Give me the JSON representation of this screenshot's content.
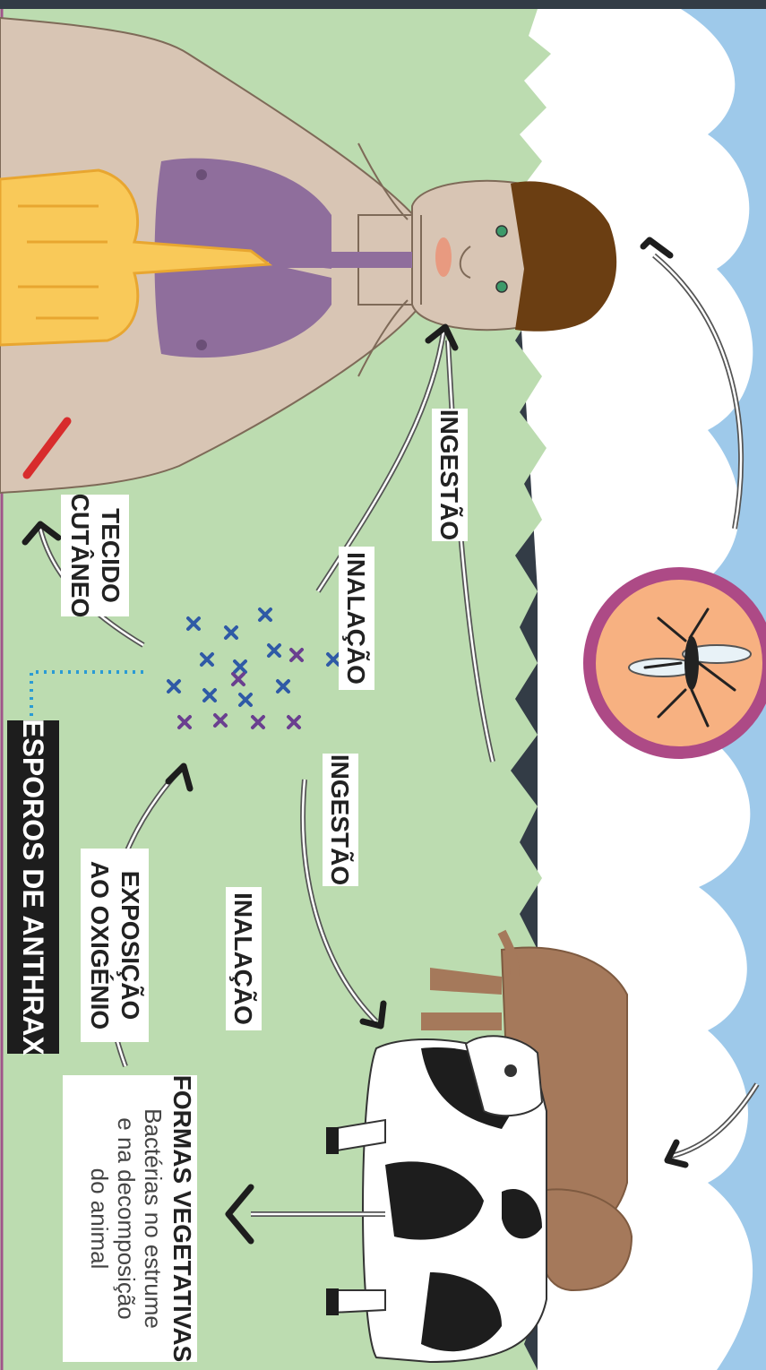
{
  "labels": {
    "ingestao_top": "INGESTÃO",
    "inalacao_top": "INALAÇÃO",
    "tecido_1": "TECIDO",
    "tecido_2": "CUTÂNEO",
    "esporos": "ESPOROS DE ANTHRAX",
    "ingestao_mid": "INGESTÃO",
    "inalacao_mid": "INALAÇÃO",
    "exposicao_1": "EXPOSIÇÃO",
    "exposicao_2": "AO OXIGÉNIO",
    "formas_title": "FORMAS VEGETATIVAS",
    "formas_l1": "Bactérias no estrume",
    "formas_l2": "e na decomposição",
    "formas_l3": "do animal"
  },
  "colors": {
    "sky": "#9ec9ea",
    "grass": "#bcdcb0",
    "skin": "#d8c5b4",
    "lungs": "#8f6e9c",
    "stomach": "#f9c959",
    "hair": "#6b3e12",
    "mosquito_fill": "#f7b181",
    "mosquito_ring": "#ad4a86",
    "spore_blue": "#2f5aa6",
    "spore_purple": "#6a3f8f",
    "cow_brown": "#a5795b",
    "wound": "#d82c2c"
  },
  "icons": [
    "human-figure",
    "mosquito-icon",
    "spore-cluster",
    "cow-holstein",
    "cow-brown"
  ]
}
